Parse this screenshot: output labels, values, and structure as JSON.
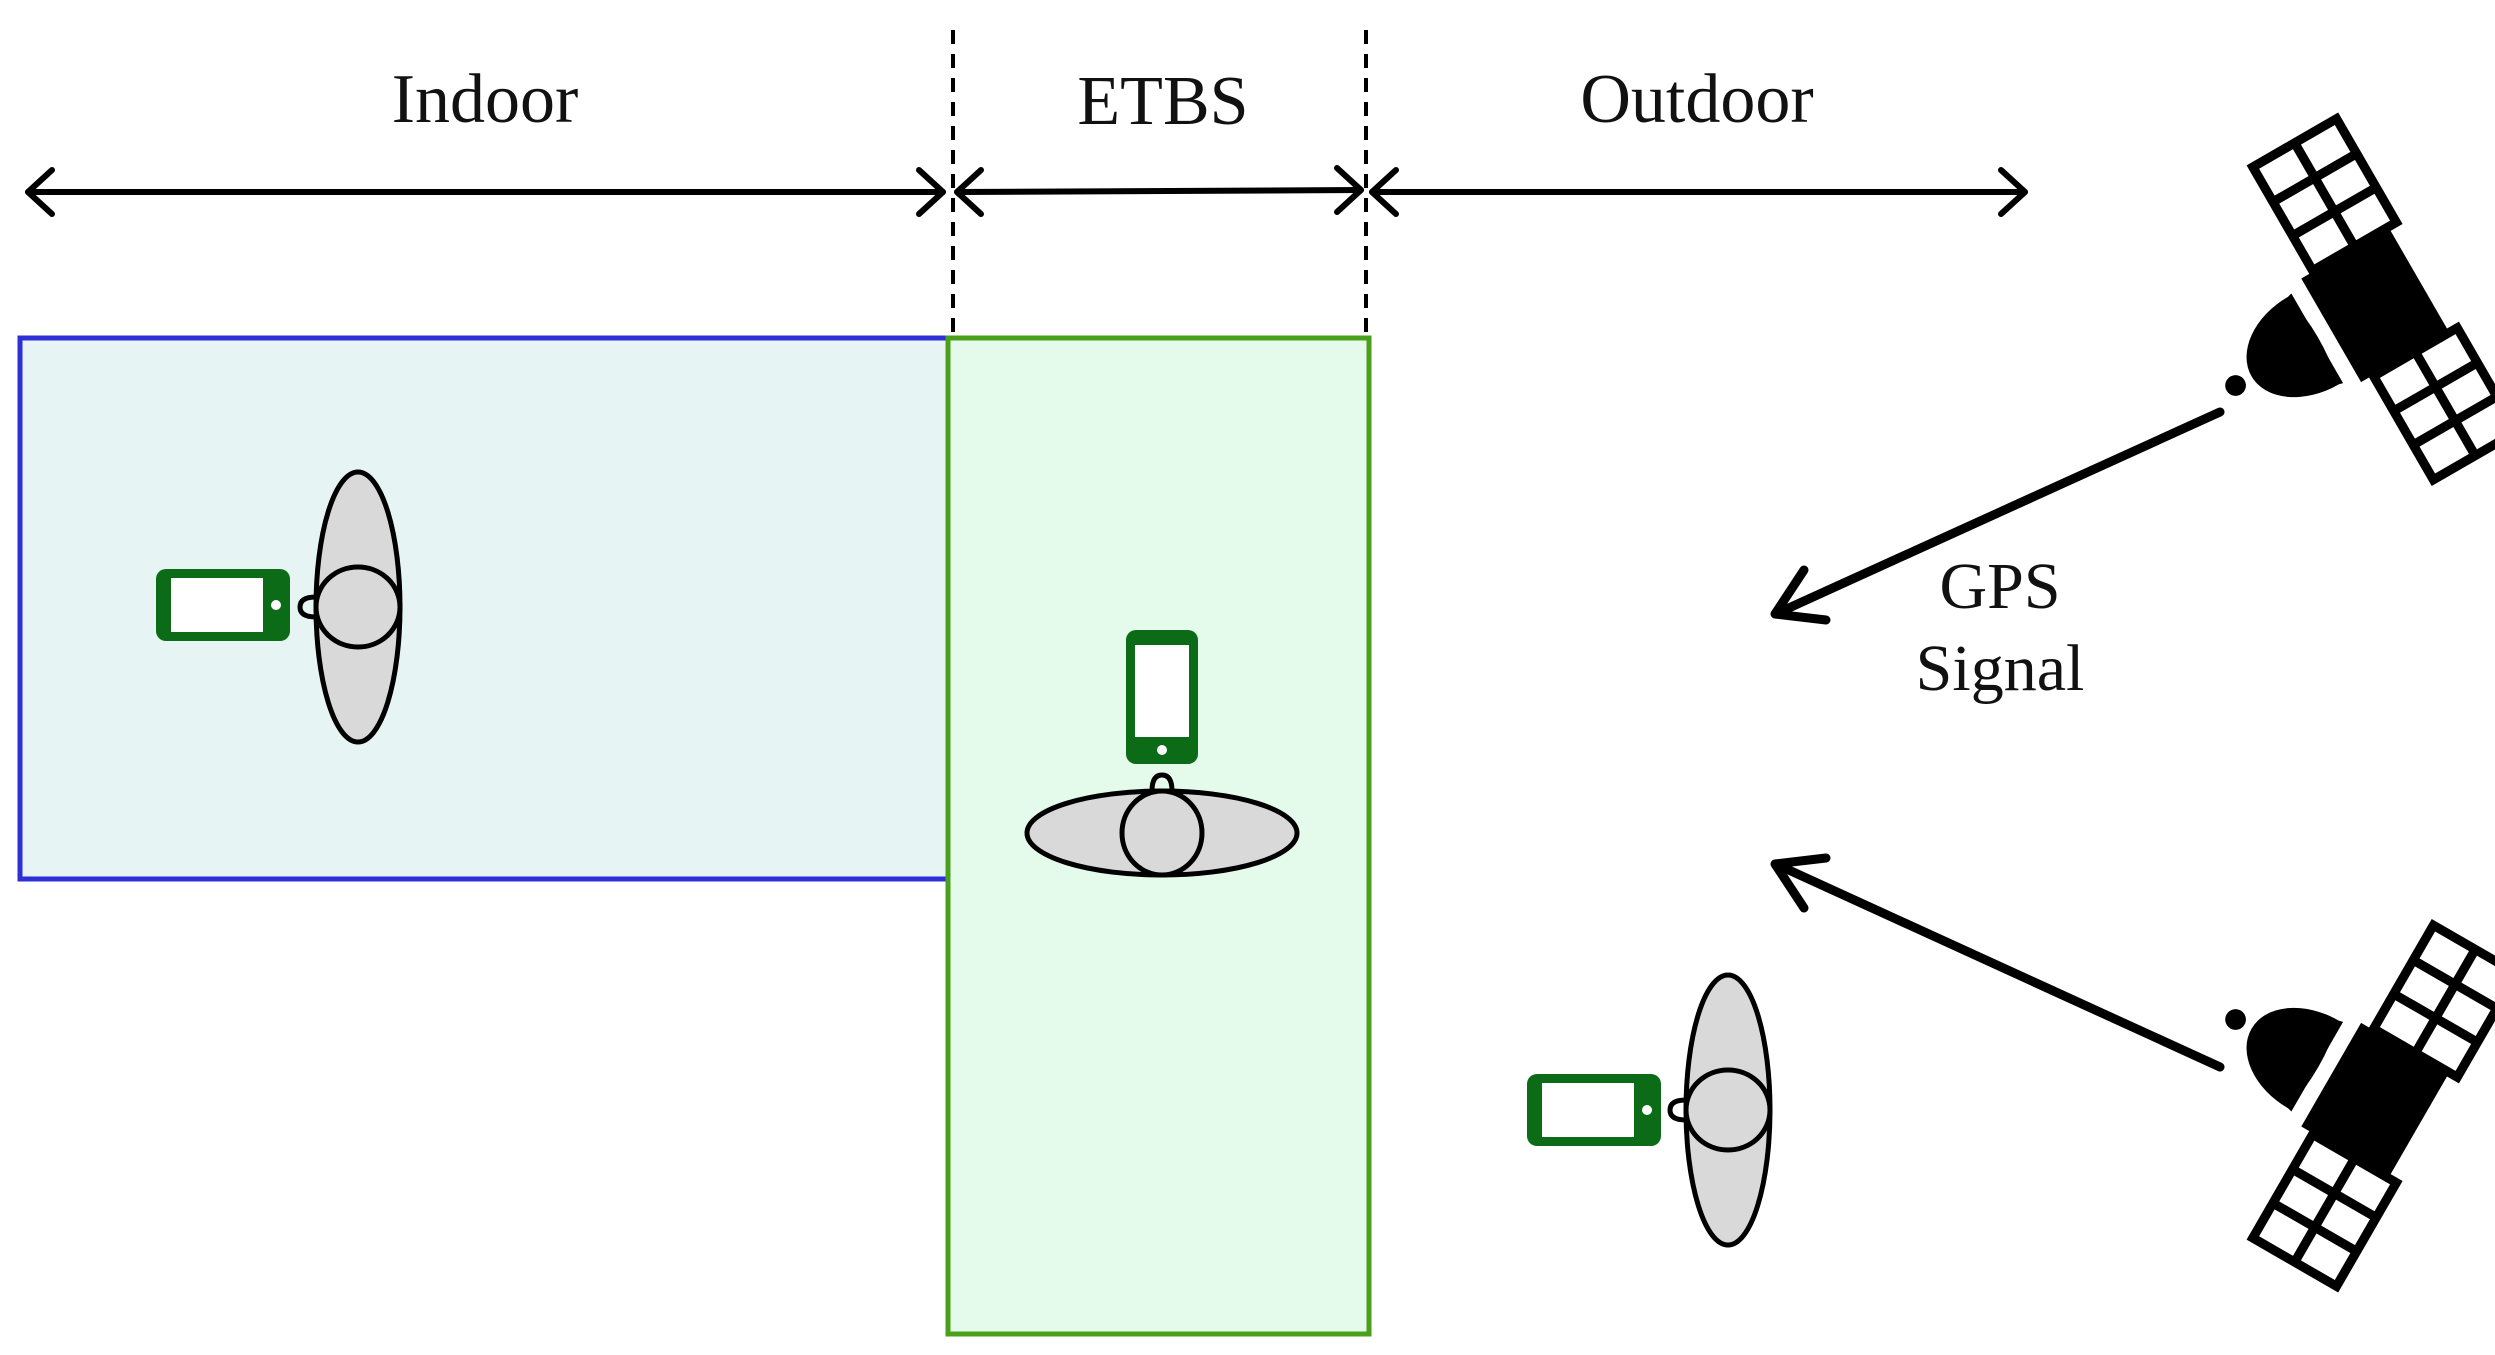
{
  "zones": {
    "indoor": {
      "label": "Indoor",
      "fill": "#e6f5f3",
      "border": "#2f2fd8"
    },
    "etbs": {
      "label": "ETBS",
      "fill": "#e4fbec",
      "border": "#4aa01b"
    },
    "outdoor": {
      "label": "Outdoor"
    }
  },
  "signal": {
    "line1": "GPS",
    "line2": "Signal"
  },
  "colors": {
    "phone": "#0c6b16",
    "person_fill": "#d9d9d9",
    "ink": "#000000"
  },
  "icons": {
    "phone": "smartphone-icon",
    "person": "person-topview-icon",
    "satellite": "satellite-icon"
  }
}
